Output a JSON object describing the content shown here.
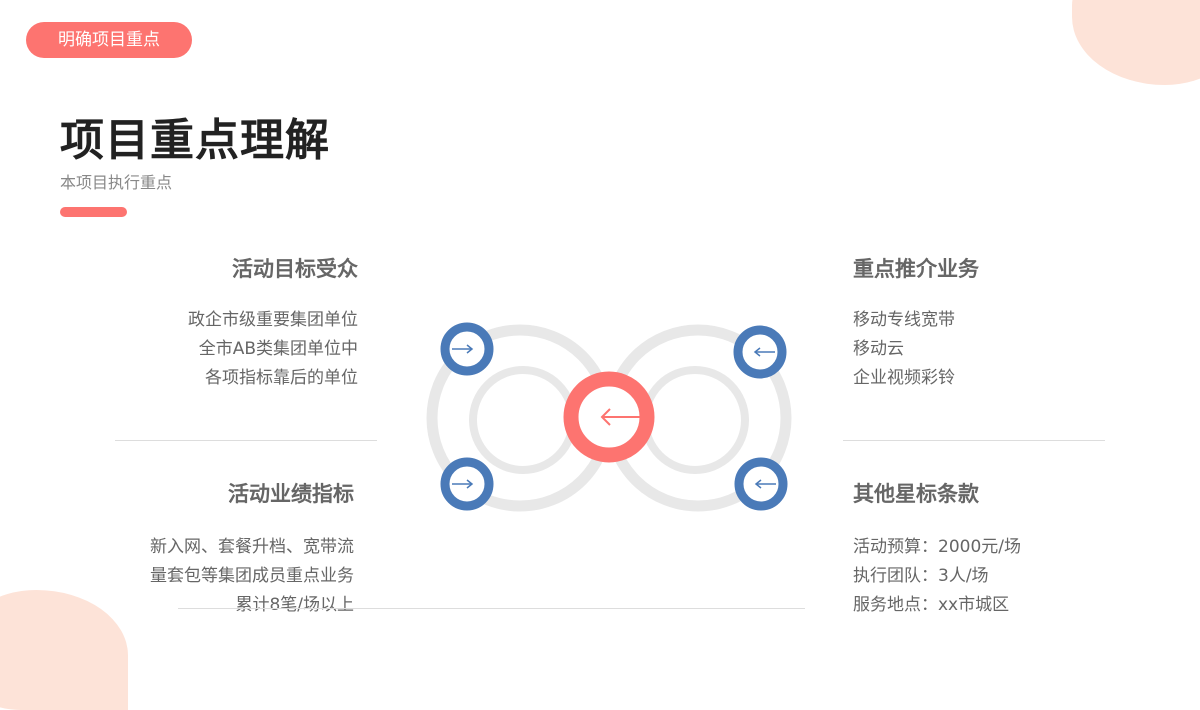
{
  "tag": "明确项目重点",
  "title": "项目重点理解",
  "subtitle": "本项目执行重点",
  "colors": {
    "accent": "#fd7470",
    "blue": "#4a7ab8",
    "ring": "#e8e8e8",
    "blob": "#fde3d8"
  },
  "sections": [
    {
      "heading": "活动目标受众",
      "lines": [
        "政企市级重要集团单位",
        "全市AB类集团单位中",
        "各项指标靠后的单位"
      ]
    },
    {
      "heading": "重点推介业务",
      "lines": [
        "移动专线宽带",
        "移动云",
        "企业视频彩铃"
      ]
    },
    {
      "heading": "活动业绩指标",
      "lines": [
        "新入网、套餐升档、宽带流",
        "量套包等集团成员重点业务",
        "累计8笔/场以上"
      ]
    },
    {
      "heading": "其他星标条款",
      "lines": [
        "活动预算：2000元/场",
        "执行团队：3人/场",
        "服务地点：xx市城区"
      ]
    }
  ],
  "icons": {
    "center": "arrow-left-icon",
    "left": "arrow-right-icon",
    "right": "arrow-left-icon"
  }
}
